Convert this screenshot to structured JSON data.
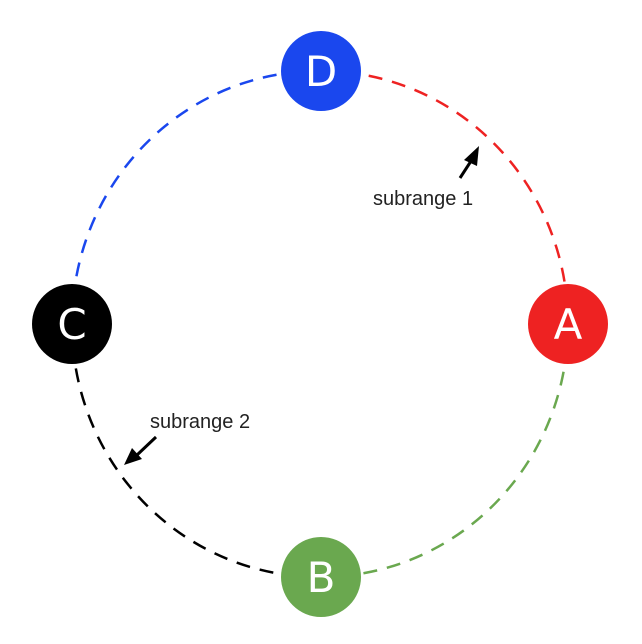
{
  "nodes": {
    "d": {
      "label": "D",
      "color": "#1a47ee"
    },
    "a": {
      "label": "A",
      "color": "#ee2222"
    },
    "b": {
      "label": "B",
      "color": "#6aa84f"
    },
    "c": {
      "label": "C",
      "color": "#000000"
    }
  },
  "arcs": {
    "d_to_a": {
      "color": "#ee2222"
    },
    "a_to_b": {
      "color": "#6aa84f"
    },
    "b_to_c": {
      "color": "#000000"
    },
    "c_to_d": {
      "color": "#1a47ee"
    }
  },
  "annotations": {
    "subrange_1": "subrange 1",
    "subrange_2": "subrange 2"
  }
}
